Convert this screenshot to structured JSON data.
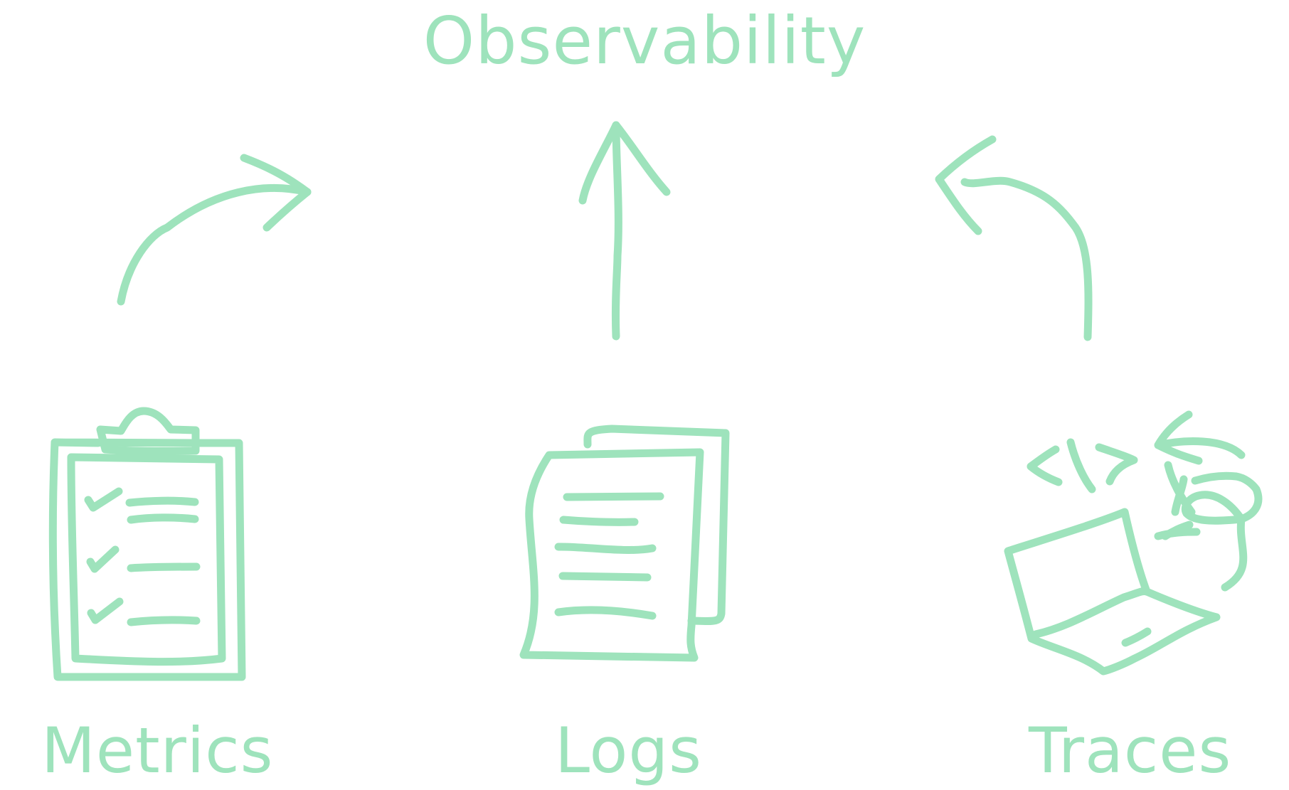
{
  "title": "Observability",
  "pillars": [
    {
      "label": "Metrics",
      "icon": "clipboard-checklist-icon"
    },
    {
      "label": "Logs",
      "icon": "document-pages-icon"
    },
    {
      "label": "Traces",
      "icon": "laptop-code-icon"
    }
  ],
  "colors": {
    "accent": "#9ee3bc",
    "background": "#ffffff"
  }
}
